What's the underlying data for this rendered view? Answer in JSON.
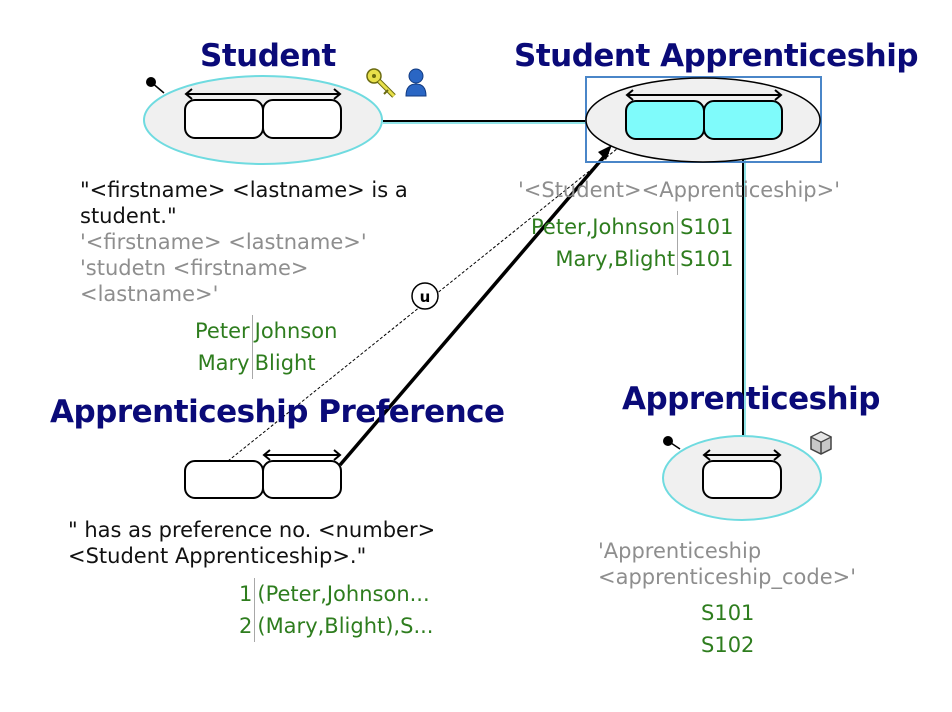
{
  "colors": {
    "title": "#0a0a78",
    "population": "#2e7d1e",
    "reference": "#8e8e8e",
    "entity_fill": "#f0f0f0",
    "entity_border": "#6fdbe0",
    "selected_role_fill": "#7ffbfb",
    "selection_box": "#4a86c8"
  },
  "nodes": {
    "student": {
      "title": "Student",
      "icons": [
        "key-icon",
        "person-icon"
      ],
      "reading": "\"<firstname> <lastname> is a\nstudent.\"",
      "references": "'<firstname> <lastname>'\n'studetn <firstname>\n<lastname>'",
      "population": [
        [
          "Peter",
          "Johnson"
        ],
        [
          "Mary",
          "Blight"
        ]
      ]
    },
    "student_apprenticeship": {
      "title": "Student Apprenticeship",
      "reference": "'<Student><Apprenticeship>'",
      "population": [
        [
          "Peter,Johnson",
          "S101"
        ],
        [
          "Mary,Blight",
          "S101"
        ]
      ]
    },
    "apprenticeship_preference": {
      "title": "Apprenticeship Preference",
      "reading": "\" has as preference no. <number>\n<Student Apprenticeship>.\"",
      "population": [
        [
          "1",
          "(Peter,Johnson..."
        ],
        [
          "2",
          "(Mary,Blight),S..."
        ]
      ]
    },
    "apprenticeship": {
      "title": "Apprenticeship",
      "icons": [
        "cube-icon"
      ],
      "reference": "'Apprenticeship\n<apprenticeship_code>'",
      "population": [
        "S101",
        "S102"
      ]
    }
  },
  "connectors": {
    "subset_label": "u"
  }
}
